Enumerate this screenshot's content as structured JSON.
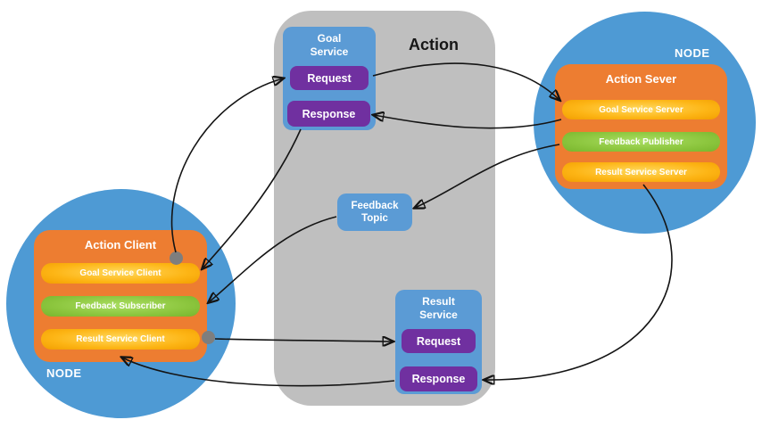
{
  "palette": {
    "canvas_bg": "#ffffff",
    "action_area": "#bfbfbf",
    "node_circle": "#4e9ad4",
    "component_box": "#ed7d31",
    "service_box": "#5b9bd5",
    "button_purple": "#7030a0",
    "pill_orange": "#fdb515",
    "pill_green": "#8cc63e",
    "connector": "#141414",
    "junction_dot": "#7e7e7e"
  },
  "action_area": {
    "title": "Action"
  },
  "goal_service": {
    "title": "Goal Service",
    "request": "Request",
    "response": "Response"
  },
  "feedback_topic": {
    "title": "Feedback Topic"
  },
  "result_service": {
    "title": "Result Service",
    "request": "Request",
    "response": "Response"
  },
  "client_node": {
    "node_label": "NODE",
    "title": "Action Client",
    "items": [
      {
        "label": "Goal Service Client",
        "type": "orange"
      },
      {
        "label": "Feedback Subscriber",
        "type": "green"
      },
      {
        "label": "Result Service Client",
        "type": "orange"
      }
    ]
  },
  "server_node": {
    "node_label": "NODE",
    "title": "Action Sever",
    "items": [
      {
        "label": "Goal Service Server",
        "type": "orange"
      },
      {
        "label": "Feedback Publisher",
        "type": "green"
      },
      {
        "label": "Result Service Server",
        "type": "orange"
      }
    ]
  }
}
